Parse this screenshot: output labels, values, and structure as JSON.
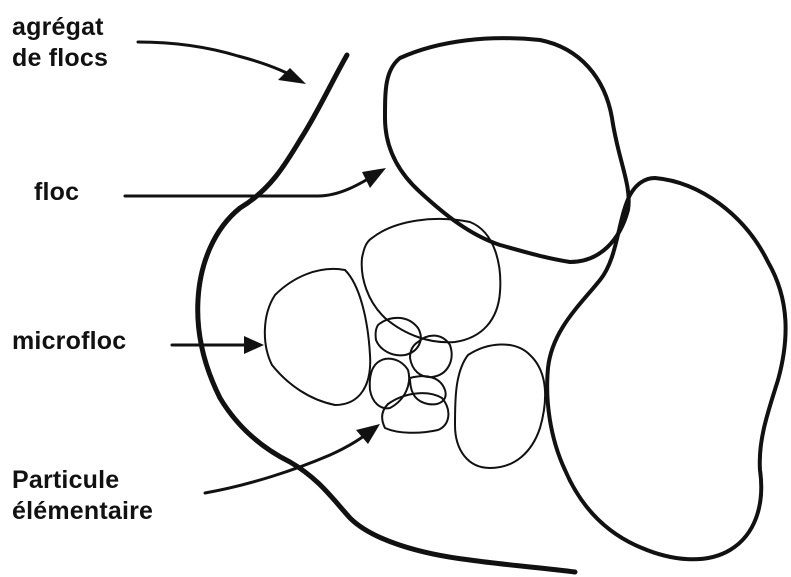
{
  "labels": {
    "aggregate": [
      "agrégat",
      "de flocs"
    ],
    "floc": "floc",
    "microfloc": "microfloc",
    "particle": [
      "Particule",
      "élémentaire"
    ]
  },
  "colors": {
    "ink": "#111111",
    "background": "#ffffff"
  }
}
